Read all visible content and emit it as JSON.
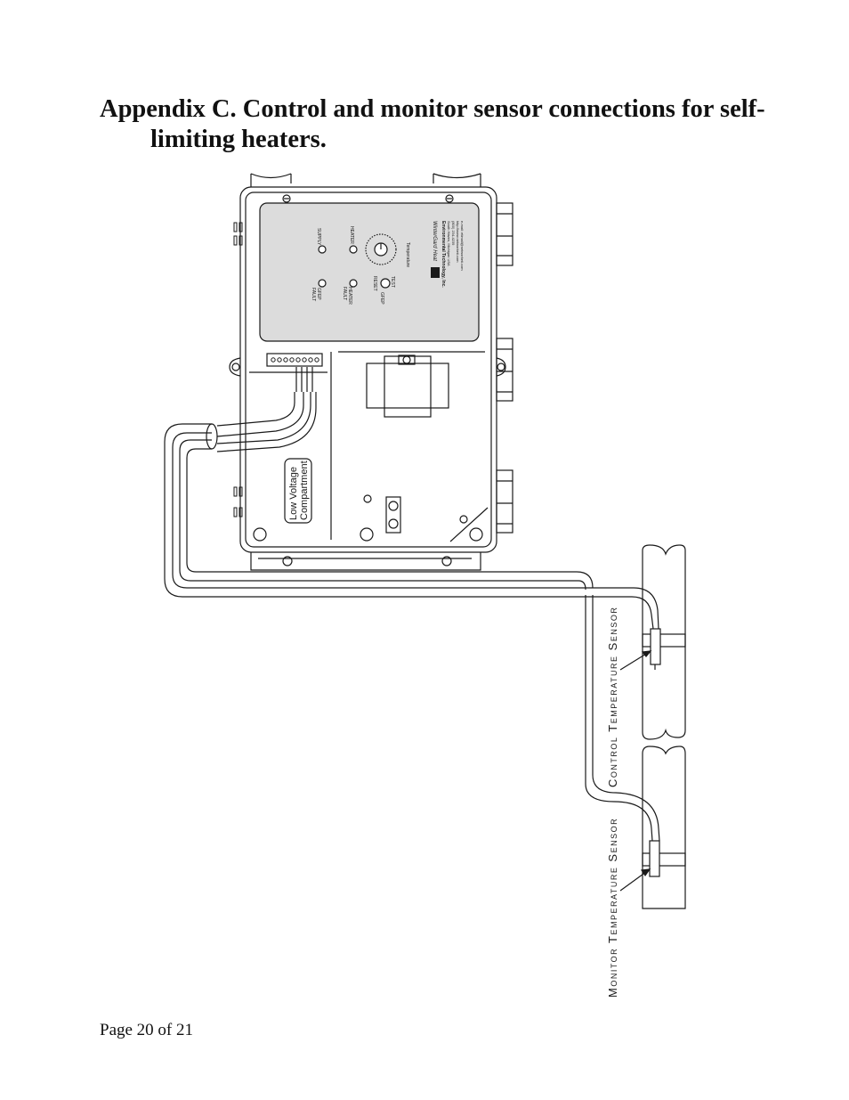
{
  "heading": {
    "line1": "Appendix C. Control and monitor sensor connections for self-",
    "line2": "limiting heaters."
  },
  "panel": {
    "supply_label": "SUPPLY",
    "heater_label": "HEATER",
    "gfep_fault_label": "GFEP\nFAULT",
    "heater_fault_label": "HEATER\nFAULT",
    "reset_label": "RESET",
    "gfep_test_label": "GFEP",
    "test_label": "TEST",
    "temperature_label": "Temperature",
    "brand_name": "WinterGard Heat",
    "company": "Environmental Technology, Inc.",
    "company_line2": "South Haven, Michigan USA",
    "phone": "(800) 234-4239",
    "web": "http://www.networketi.com",
    "email": "e-mail: etimail@networketi.com"
  },
  "compartment_label": {
    "line1": "Low Voltage",
    "line2": "Compartment"
  },
  "labels": {
    "control_sensor": "Control Temperature Sensor",
    "monitor_sensor": "Monitor Temperature Sensor"
  },
  "footer": {
    "page_number": "Page 20 of 21"
  },
  "colors": {
    "line": "#1a1a1a",
    "panel_fill": "#dcdcdc",
    "background": "#ffffff"
  }
}
